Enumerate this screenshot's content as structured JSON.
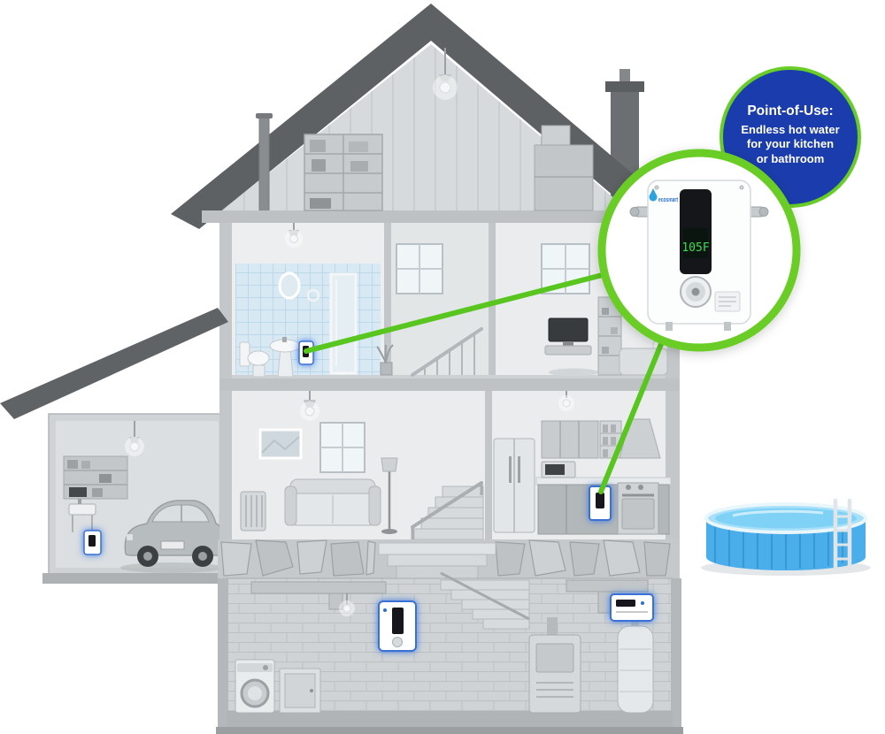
{
  "bubble": {
    "title": "Point-of-Use:",
    "lines": [
      "Endless hot water",
      "for your kitchen",
      "or bathroom"
    ]
  },
  "product": {
    "brand": "ecosmart",
    "display_value": "105F"
  },
  "colors": {
    "bubble_bg": "#1b3cac",
    "bubble_text": "#ffffff",
    "callout_ring": "#69cd27",
    "pointer_line": "#58c61f",
    "unit_glow": "#2f6fe0",
    "pool_water": "#49aeea",
    "brand_blue": "#2a6fd4",
    "display_green": "#3ade52"
  }
}
